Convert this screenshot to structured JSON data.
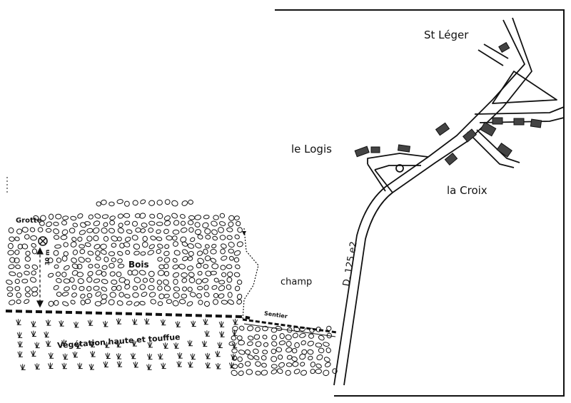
{
  "map": {
    "labels": {
      "st_leger": "St Léger",
      "le_logis": "le Logis",
      "la_croix": "la Croix",
      "grotte": "Grotte",
      "bois": "Bois",
      "champ": "champ",
      "sentier": "Sentier",
      "road": "D. 125 e2",
      "distance": "30 m",
      "vegetation": "Végétation haute et touffue"
    },
    "colors": {
      "ink": "#111111",
      "paper": "#ffffff"
    },
    "symbols": {
      "cave": "cave-symbol-icon",
      "tree": "tree-cluster-icon",
      "grass": "grass-tuft-icon"
    }
  }
}
